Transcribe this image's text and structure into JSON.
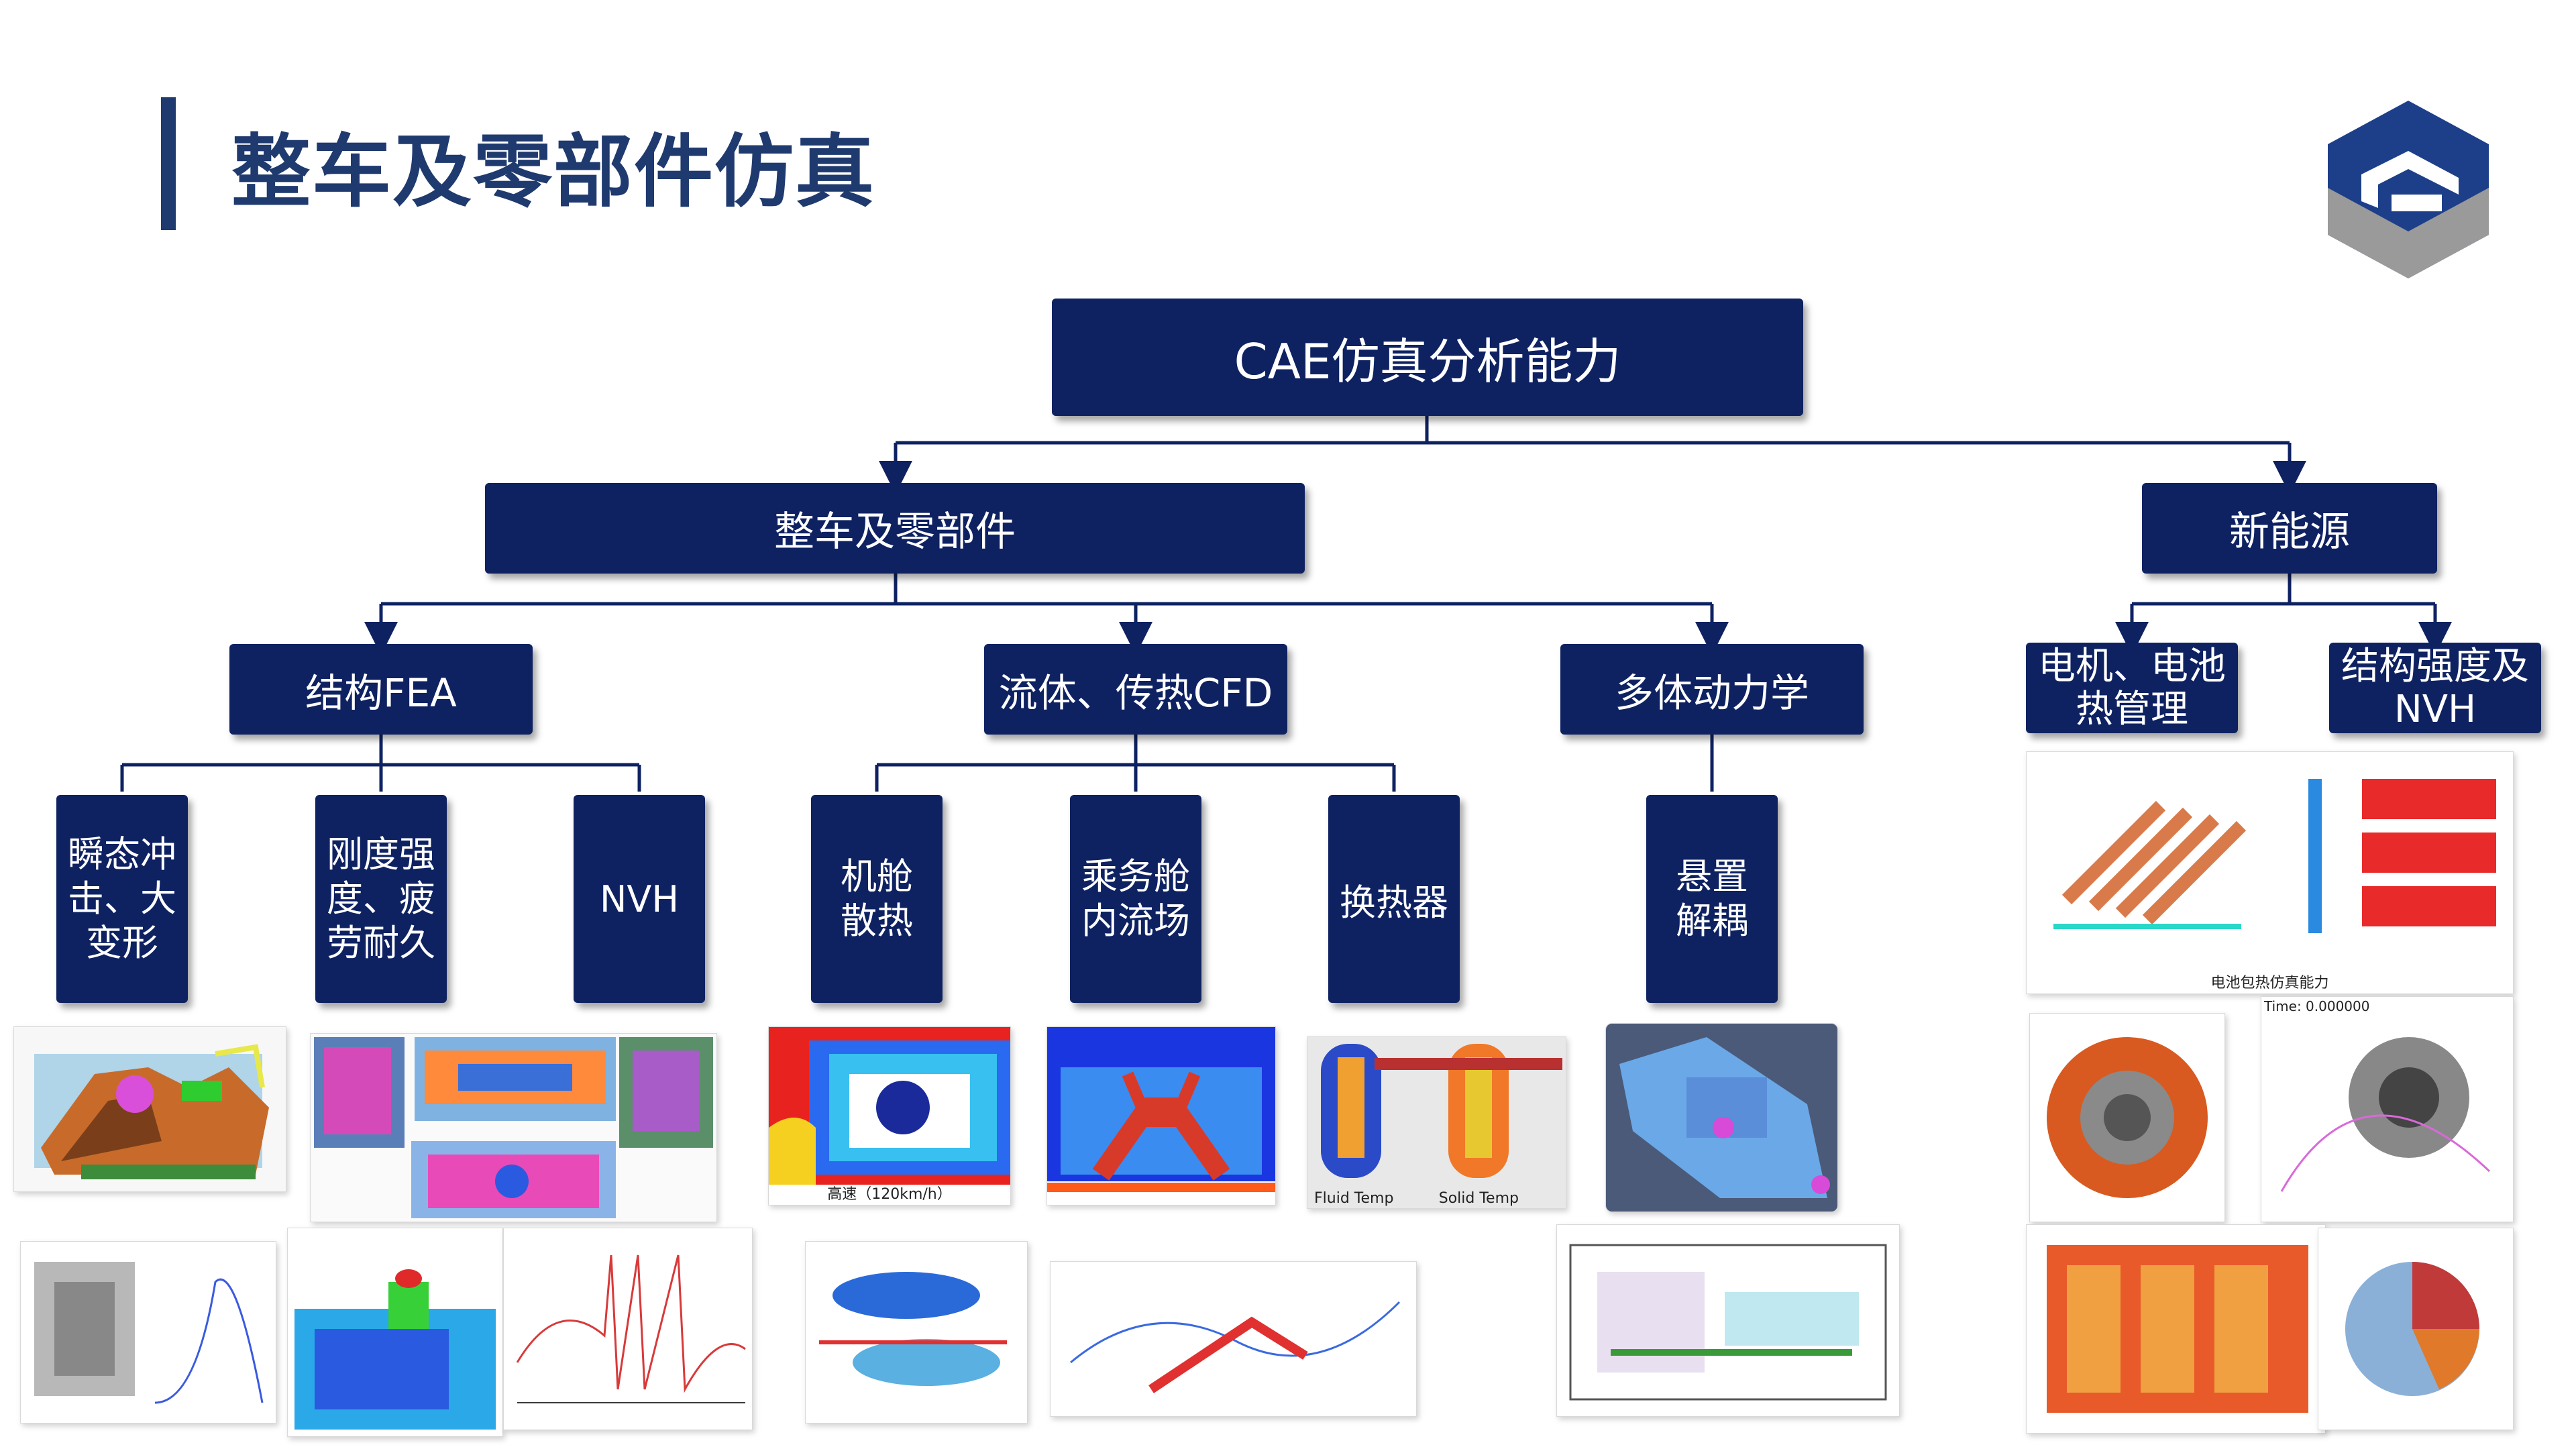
{
  "page_title": "整车及零部件仿真",
  "root": "CAE仿真分析能力",
  "level1": {
    "vehicle": "整车及零部件",
    "new_energy": "新能源"
  },
  "level2": {
    "fea": "结构FEA",
    "cfd": "流体、传热CFD",
    "mbd": "多体动力学",
    "motor_thermal": "电机、电池热管理",
    "strength_nvh": "结构强度及NVH"
  },
  "level3": {
    "impact": "瞬态冲击、大变形",
    "stiffness": "刚度强度、疲劳耐久",
    "nvh": "NVH",
    "cabin_heat": "机舱散热",
    "cabin_flow": "乘务舱内流场",
    "heat_exchanger": "换热器",
    "suspension": "悬置解耦"
  },
  "captions": {
    "cfd_speed": "高速（120km/h）",
    "fluid_temp": "Fluid Temp",
    "solid_temp": "Solid Temp",
    "battery": "电池包热仿真能力",
    "time": "Time: 0.000000"
  }
}
